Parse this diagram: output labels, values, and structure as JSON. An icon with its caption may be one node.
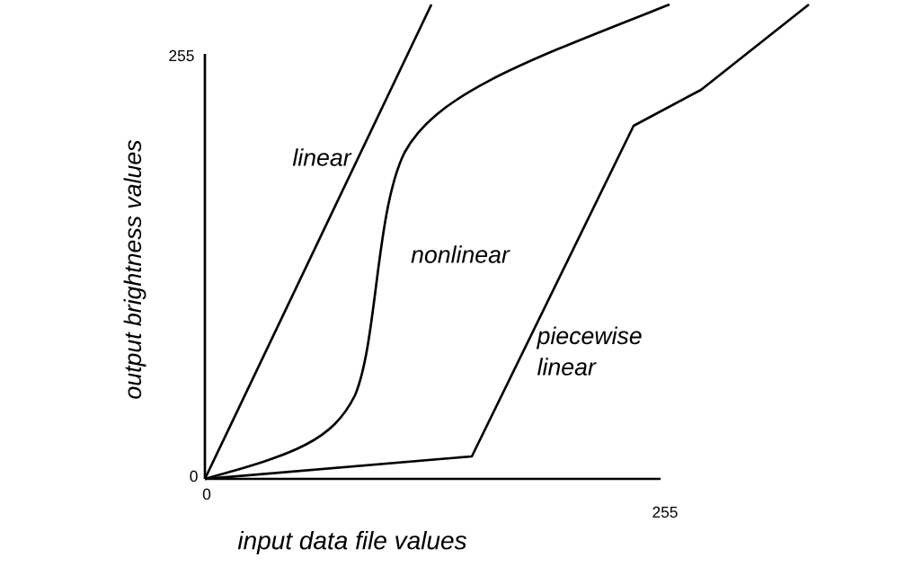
{
  "diagram": {
    "labels": [
      "255",
      "linear",
      "output brightness values",
      "nonlinear",
      "piecewise linear",
      "0",
      "0",
      "255",
      "input data file values"
    ]
  }
}
